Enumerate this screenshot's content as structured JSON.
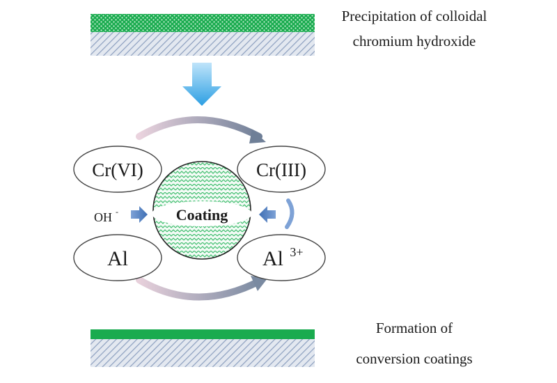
{
  "top_label": {
    "line1": "Precipitation of colloidal",
    "line2": "chromium hydroxide"
  },
  "bottom_label": {
    "line1": "Formation of",
    "line2": "conversion coatings"
  },
  "species": {
    "cr6": "Cr(VI)",
    "cr3": "Cr(III)",
    "al": "Al",
    "al3_base": "Al",
    "al3_sup": "3+",
    "oh_base": "OH",
    "oh_sup": "-"
  },
  "center_label": "Coating",
  "colors": {
    "coating_green": "#1aab4f",
    "hatch_blue": "#8c9fbf",
    "arrow_blue": "#3aa7e6",
    "small_arrow_blue": "#4d7cc0",
    "curve_pink": "#e6c9d8",
    "curve_grey": "#7d8ba0"
  }
}
